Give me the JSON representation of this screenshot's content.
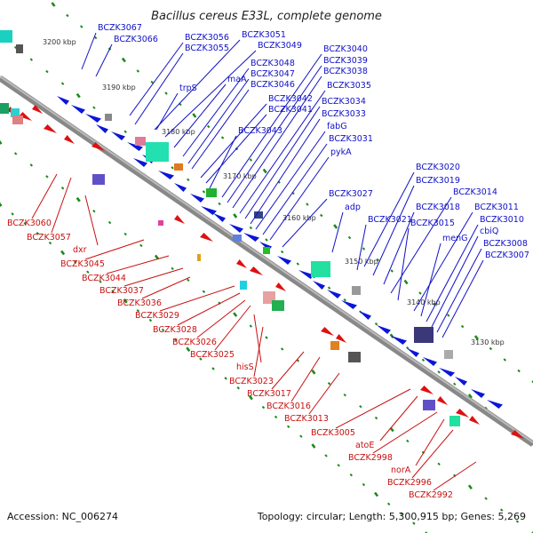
{
  "title": "Bacillus cereus E33L, complete genome",
  "footer": {
    "accession": "Accession: NC_006274",
    "summary": "Topology: circular; Length: 5,300,915 bp; Genes: 5,269"
  },
  "colors": {
    "forward_label": "#1010c8",
    "reverse_label": "#c81010",
    "backbone": "#888888",
    "tick": "#1a8a1a"
  },
  "kbp_ticks": [
    "3200 kbp",
    "3190 kbp",
    "3180 kbp",
    "3170 kbp",
    "3160 kbp",
    "3150 kbp",
    "3140 kbp",
    "3130 kbp"
  ],
  "forward_labels": [
    "BCZK3067",
    "BCZK3066",
    "BCZK3056",
    "BCZK3055",
    "BCZK3051",
    "BCZK3049",
    "trpS",
    "maA",
    "BCZK3048",
    "BCZK3047",
    "BCZK3046",
    "BCZK3042",
    "BCZK3041",
    "BCZK3043",
    "BCZK3040",
    "BCZK3039",
    "BCZK3038",
    "BCZK3035",
    "BCZK3034",
    "BCZK3033",
    "fabG",
    "BCZK3031",
    "pykA",
    "BCZK3027",
    "adp",
    "BCZK3021",
    "BCZK3020",
    "BCZK3019",
    "BCZK3018",
    "BCZK3014",
    "BCZK3015",
    "BCZK3011",
    "menG",
    "BCZK3010",
    "cbiQ",
    "BCZK3008",
    "BCZK3007"
  ],
  "reverse_labels": [
    "BCZK3060",
    "BCZK3057",
    "dxr",
    "BCZK3045",
    "BCZK3044",
    "BCZK3037",
    "BCZK3036",
    "BCZK3029",
    "BCZK3028",
    "BCZK3026",
    "BCZK3025",
    "hisS",
    "BCZK3023",
    "BCZK3017",
    "BCZK3016",
    "BCZK3013",
    "BCZK3005",
    "atoE",
    "BCZK2998",
    "norA",
    "BCZK2996",
    "BCZK2992"
  ]
}
